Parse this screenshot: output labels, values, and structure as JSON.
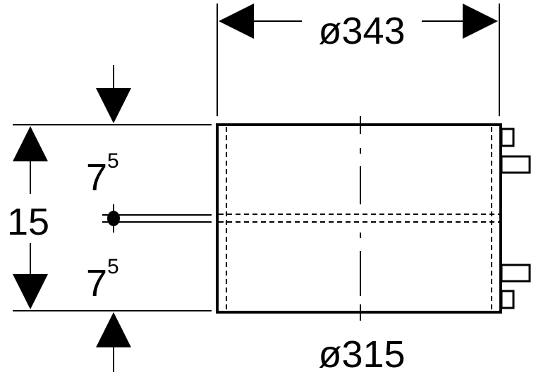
{
  "dimensions": {
    "top_diameter": "ø343",
    "bottom_diameter": "ø315",
    "total_height": "15",
    "upper_half_base": "7",
    "upper_half_sup": "5",
    "lower_half_base": "7",
    "lower_half_sup": "5"
  },
  "colors": {
    "line": "#000000",
    "background": "#ffffff"
  }
}
